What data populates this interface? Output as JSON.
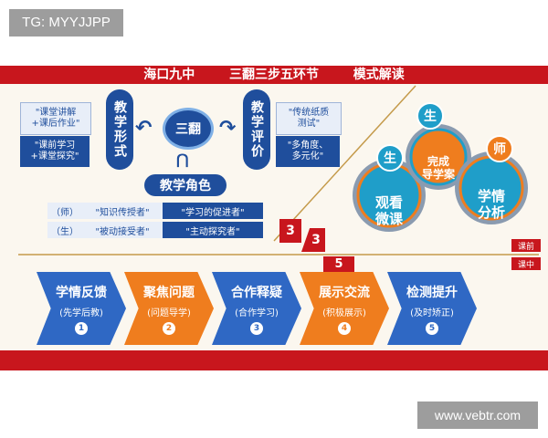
{
  "watermark_tl": "TG: MYYJJPP",
  "watermark_br": "www.vebtr.com",
  "banner": {
    "school": "海口九中",
    "model": "三翻三步五环节",
    "subtitle": "模式解读"
  },
  "center_word": "三翻",
  "left_side": {
    "label": "教学形式",
    "box1": "\"课堂讲解\n+课后作业\"",
    "box2": "\"课前学习\n+课堂探究\""
  },
  "right_side": {
    "label": "教学评价",
    "box1": "\"传统纸质\n测试\"",
    "box2": "\"多角度、\n多元化\""
  },
  "roles": {
    "label": "教学角色",
    "row1_who": "（师）",
    "row1_old": "\"知识传授者\"",
    "row1_new": "\"学习的促进者\"",
    "row2_who": "（生）",
    "row2_old": "\"被动接受者\"",
    "row2_new": "\"主动探究者\""
  },
  "markers": {
    "three_a": "3",
    "three_b": "3",
    "five": "5",
    "before_class": "课前",
    "in_class": "课中"
  },
  "gears": {
    "g1": "观看\n微课",
    "g1_tag": "生",
    "g2": "完成\n导学案",
    "g2_tag": "生",
    "g3": "学情\n分析",
    "g3_tag": "师"
  },
  "steps": [
    {
      "title": "学情反馈",
      "sub": "(先学后教)",
      "num": "1",
      "color": "#2f68c4"
    },
    {
      "title": "聚焦问题",
      "sub": "(问题导学)",
      "num": "2",
      "color": "#ef7d1e"
    },
    {
      "title": "合作释疑",
      "sub": "(合作学习)",
      "num": "3",
      "color": "#2f68c4"
    },
    {
      "title": "展示交流",
      "sub": "(积极展示)",
      "num": "4",
      "color": "#ef7d1e"
    },
    {
      "title": "检测提升",
      "sub": "(及时矫正)",
      "num": "5",
      "color": "#2f68c4"
    }
  ],
  "colors": {
    "red": "#c8161d",
    "blue": "#1f4e9c",
    "orange": "#ef7d1e",
    "gear_blue": "#1f9ec9",
    "gear_orange": "#ef7d1e"
  }
}
